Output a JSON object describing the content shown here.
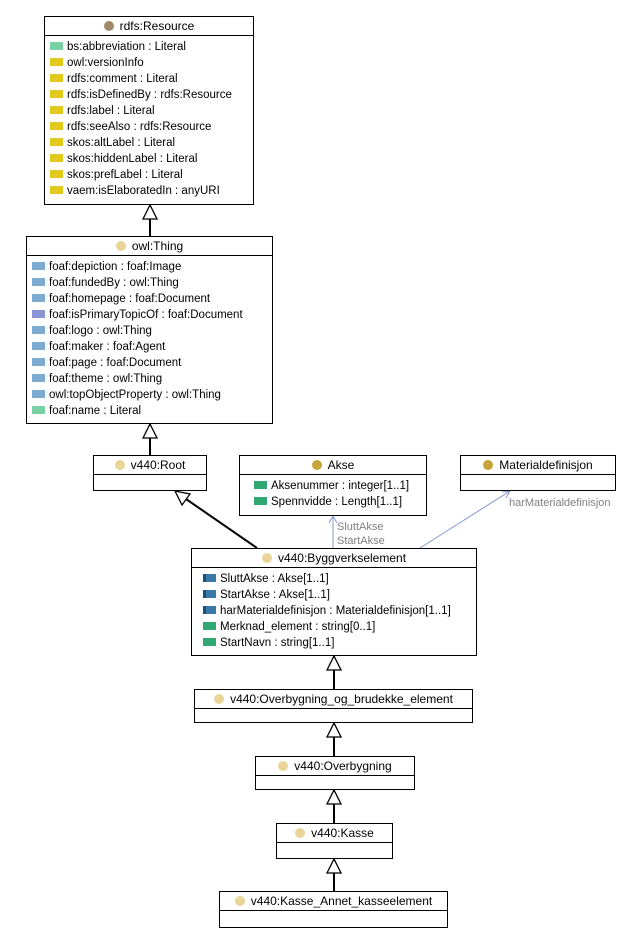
{
  "colors": {
    "dot_resource": "#a08a6c",
    "dot_thing": "#e8d597",
    "dot_class": "#d9c27b",
    "dot_akse": "#c7a43a",
    "dot_material": "#c7a43a",
    "sw_literal_green": "#7ad1a4",
    "sw_yellow": "#e3c91c",
    "sw_blue": "#7daad0",
    "sw_purple": "#8a96d4",
    "sw_darkgreen": "#2fa874",
    "sw_object": "#3a78a8"
  },
  "classes": {
    "rdfs_resource": {
      "title": "rdfs:Resource",
      "attrs": [
        {
          "text": "bs:abbreviation : Literal",
          "color": "sw_literal_green"
        },
        {
          "text": "owl:versionInfo",
          "color": "sw_yellow"
        },
        {
          "text": "rdfs:comment : Literal",
          "color": "sw_yellow"
        },
        {
          "text": "rdfs:isDefinedBy : rdfs:Resource",
          "color": "sw_yellow"
        },
        {
          "text": "rdfs:label : Literal",
          "color": "sw_yellow"
        },
        {
          "text": "rdfs:seeAlso : rdfs:Resource",
          "color": "sw_yellow"
        },
        {
          "text": "skos:altLabel : Literal",
          "color": "sw_yellow"
        },
        {
          "text": "skos:hiddenLabel : Literal",
          "color": "sw_yellow"
        },
        {
          "text": "skos:prefLabel : Literal",
          "color": "sw_yellow"
        },
        {
          "text": "vaem:isElaboratedIn : anyURI",
          "color": "sw_yellow"
        }
      ]
    },
    "owl_thing": {
      "title": "owl:Thing",
      "attrs": [
        {
          "text": "foaf:depiction : foaf:Image",
          "color": "sw_blue"
        },
        {
          "text": "foaf:fundedBy : owl:Thing",
          "color": "sw_blue"
        },
        {
          "text": "foaf:homepage : foaf:Document",
          "color": "sw_blue"
        },
        {
          "text": "foaf:isPrimaryTopicOf : foaf:Document",
          "color": "sw_purple"
        },
        {
          "text": "foaf:logo : owl:Thing",
          "color": "sw_blue"
        },
        {
          "text": "foaf:maker : foaf:Agent",
          "color": "sw_blue"
        },
        {
          "text": "foaf:page : foaf:Document",
          "color": "sw_blue"
        },
        {
          "text": "foaf:theme : owl:Thing",
          "color": "sw_blue"
        },
        {
          "text": "owl:topObjectProperty : owl:Thing",
          "color": "sw_blue"
        },
        {
          "text": "foaf:name : Literal",
          "color": "sw_literal_green"
        }
      ]
    },
    "root": {
      "title": "v440:Root",
      "attrs": []
    },
    "akse": {
      "title": "Akse",
      "attrs": [
        {
          "text": "Aksenummer : integer[1..1]",
          "color": "sw_darkgreen"
        },
        {
          "text": "Spennvidde : Length[1..1]",
          "color": "sw_darkgreen"
        }
      ]
    },
    "materialdefinisjon": {
      "title": "Materialdefinisjon",
      "attrs": []
    },
    "byggverkselement": {
      "title": "v440:Byggverkselement",
      "attrs": [
        {
          "text": "SluttAkse : Akse[1..1]",
          "color": "sw_object"
        },
        {
          "text": "StartAkse : Akse[1..1]",
          "color": "sw_object"
        },
        {
          "text": "harMaterialdefinisjon : Materialdefinisjon[1..1]",
          "color": "sw_object"
        },
        {
          "text": "Merknad_element : string[0..1]",
          "color": "sw_darkgreen"
        },
        {
          "text": "StartNavn : string[1..1]",
          "color": "sw_darkgreen"
        }
      ]
    },
    "overbygning_og_brudekke": {
      "title": "v440:Overbygning_og_brudekke_element",
      "attrs": []
    },
    "overbygning": {
      "title": "v440:Overbygning",
      "attrs": []
    },
    "kasse": {
      "title": "v440:Kasse",
      "attrs": []
    },
    "kasse_annet": {
      "title": "v440:Kasse_Annet_kasseelement",
      "attrs": []
    }
  },
  "edge_labels": {
    "slutt_akse": "SluttAkse",
    "start_akse": "StartAkse",
    "har_materialdefinisjon": "harMaterialdefinisjon"
  }
}
